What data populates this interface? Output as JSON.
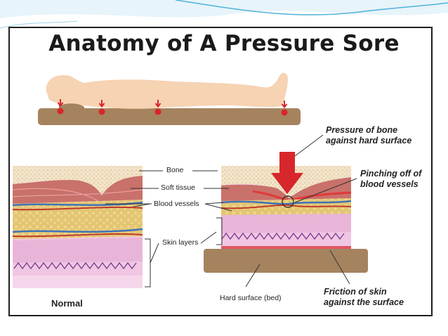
{
  "title": "Anatomy of A Pressure Sore",
  "labels": {
    "bone": "Bone",
    "soft_tissue": "Soft tissue",
    "blood_vessels": "Blood vessels",
    "skin_layers": "Skin layers",
    "hard_surface": "Hard surface (bed)",
    "normal": "Normal",
    "pressure_line1": "Pressure of bone",
    "pressure_line2": "against hard surface",
    "pinching_line1": "Pinching off of",
    "pinching_line2": "blood vessels",
    "friction_line1": "Friction of skin",
    "friction_line2": "against the surface"
  },
  "colors": {
    "skin": "#f6d3b3",
    "bed": "#a5835f",
    "pressure_point": "#d7262c",
    "bone": "#f3e4c8",
    "soft_tissue": "#c9716b",
    "fat": "#e3c572",
    "skin_layer": "#e8b5d8",
    "slide_accent": "#4fb3d9"
  },
  "icons": {
    "pressure_arrow": "down-arrow-icon",
    "pressure_marker": "red-down-arrow-icon"
  }
}
